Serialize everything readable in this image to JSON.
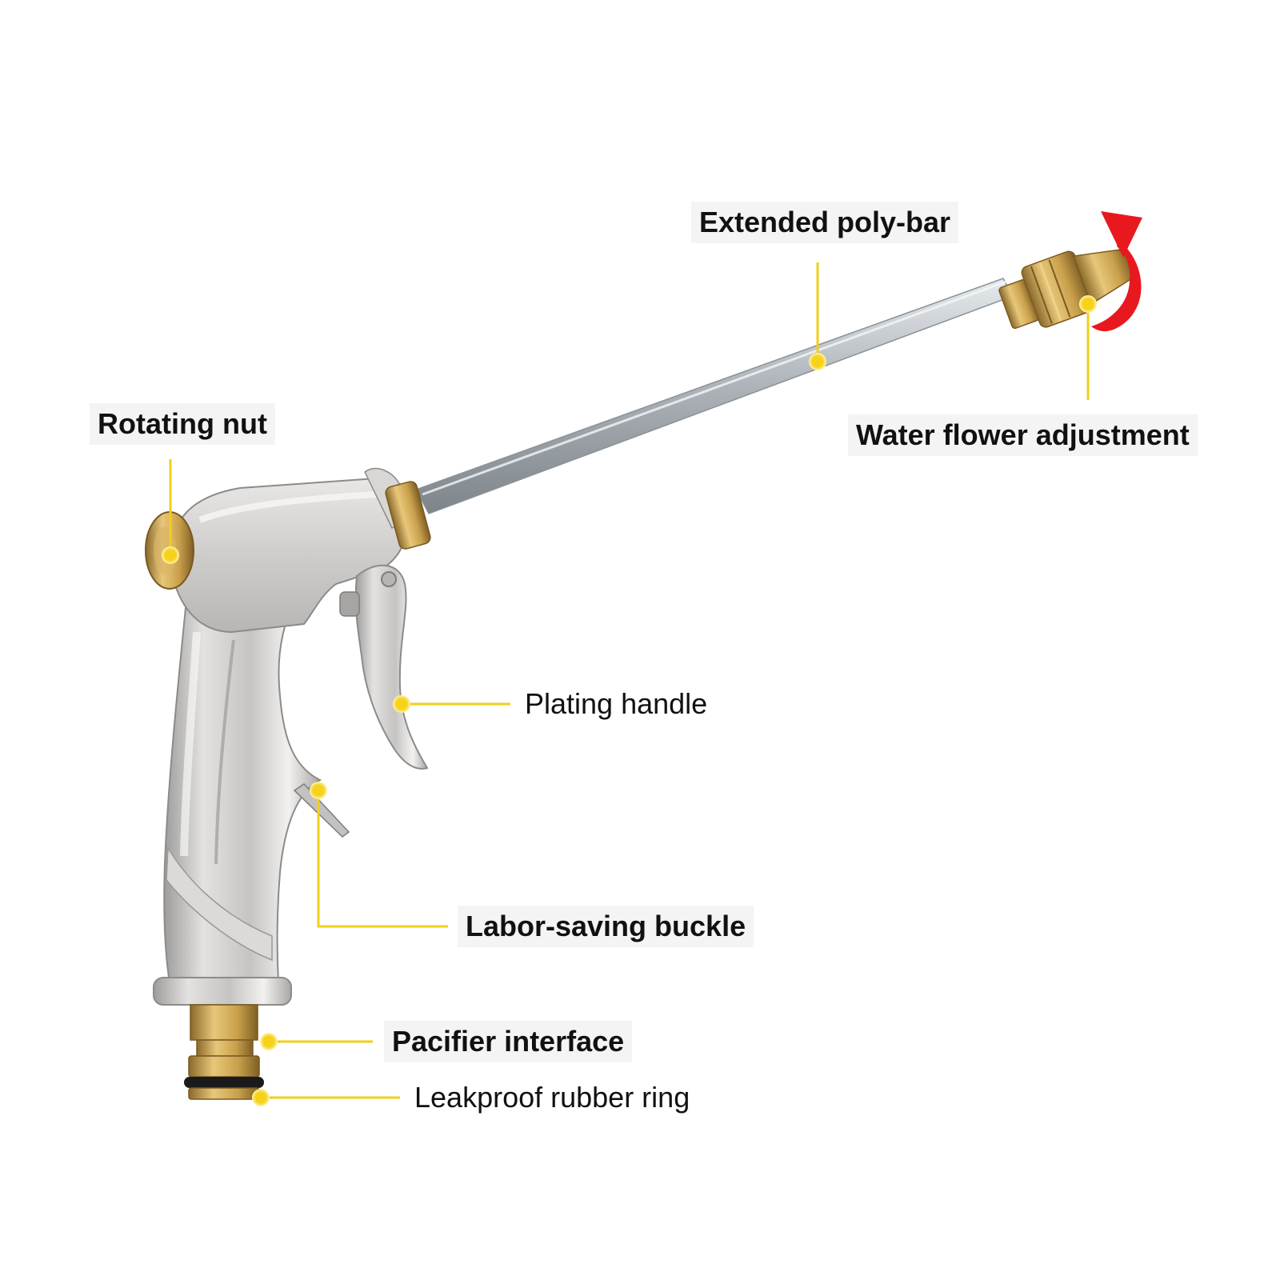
{
  "colors": {
    "leader_line": "#f1cf1a",
    "dot": "#f6d21a",
    "dot_halo": "#fff3b0",
    "arrow": "#e8191e",
    "chrome": "#c9c7c5",
    "brass": "#c9a04b",
    "rod": "#b9bfc4",
    "label_bg": "#f4f4f4"
  },
  "labels": {
    "extended_poly_bar": "Extended poly-bar",
    "water_flower_adjustment": "Water flower adjustment",
    "rotating_nut": "Rotating nut",
    "plating_handle": "Plating handle",
    "labor_saving_buckle": "Labor-saving buckle",
    "pacifier_interface": "Pacifier interface",
    "leakproof_rubber_ring": "Leakproof rubber ring"
  },
  "icons": {
    "rotation_arrow": "red-curved-rotation-arrow-icon",
    "callout_dot": "yellow-dot-icon"
  }
}
